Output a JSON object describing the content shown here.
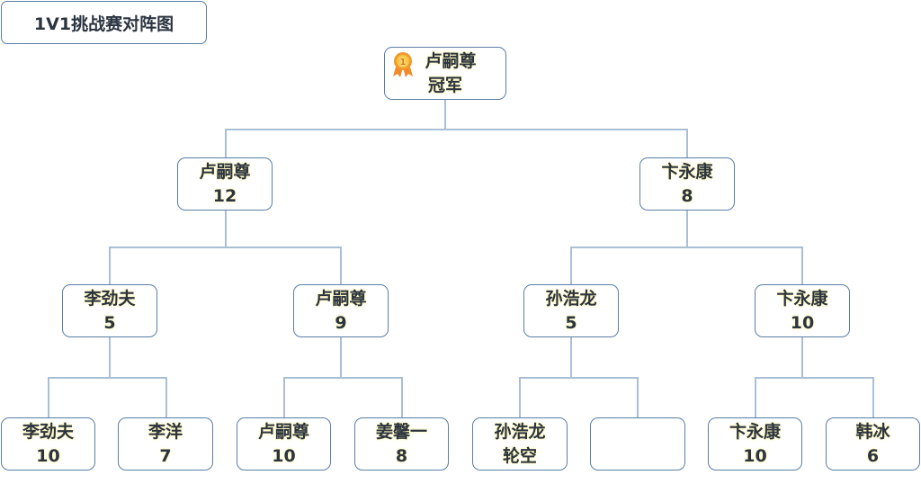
{
  "title": "1V1挑战赛对阵图",
  "champion": {
    "name": "卢嗣尊",
    "label": "冠军",
    "icon": "medal-icon",
    "medal_number": "1"
  },
  "round2": [
    {
      "name": "卢嗣尊",
      "score": "12"
    },
    {
      "name": "卞永康",
      "score": "8"
    }
  ],
  "round3": [
    {
      "name": "李劲夫",
      "score": "5"
    },
    {
      "name": "卢嗣尊",
      "score": "9"
    },
    {
      "name": "孙浩龙",
      "score": "5"
    },
    {
      "name": "卞永康",
      "score": "10"
    }
  ],
  "round4": [
    {
      "name": "李劲夫",
      "score": "10"
    },
    {
      "name": "李洋",
      "score": "7"
    },
    {
      "name": "卢嗣尊",
      "score": "10"
    },
    {
      "name": "姜馨一",
      "score": "8"
    },
    {
      "name": "孙浩龙",
      "score": "轮空"
    },
    {
      "name": "",
      "score": ""
    },
    {
      "name": "卞永康",
      "score": "10"
    },
    {
      "name": "韩冰",
      "score": "6"
    }
  ]
}
